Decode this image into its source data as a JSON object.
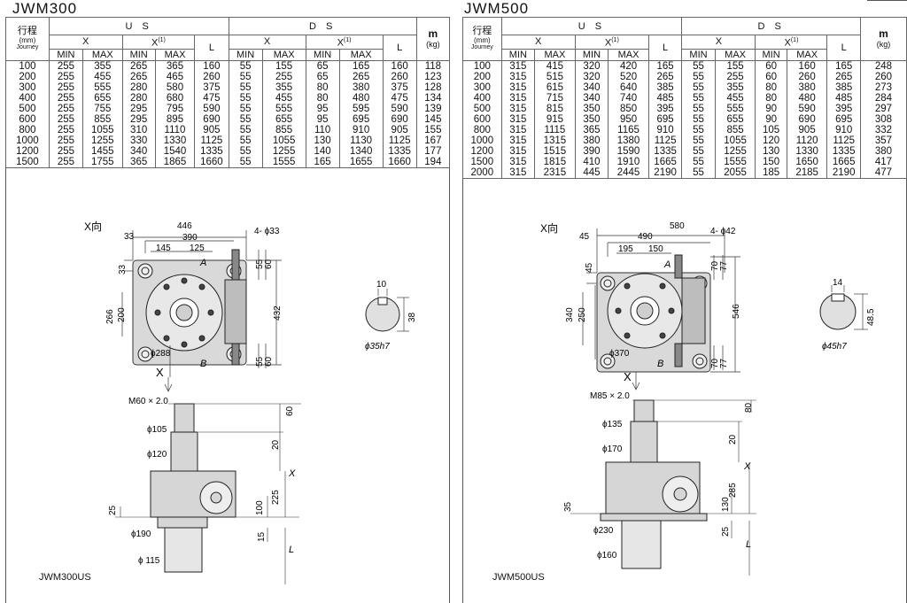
{
  "models": [
    {
      "title": "JWM300",
      "label": "JWM300US",
      "header": {
        "stroke_cn": "行程",
        "stroke_unit": "(mm)",
        "stroke_en": "Journey",
        "us": "U S",
        "ds": "D S",
        "x": "X",
        "x1": "X",
        "x1_note": "(1)",
        "min": "MIN",
        "max": "MAX",
        "l": "L",
        "m": "m",
        "m_unit": "(kg)"
      },
      "rows": [
        [
          "100",
          "255",
          "355",
          "265",
          "365",
          "160",
          "55",
          "155",
          "65",
          "165",
          "160",
          "118"
        ],
        [
          "200",
          "255",
          "455",
          "265",
          "465",
          "260",
          "55",
          "255",
          "65",
          "265",
          "260",
          "123"
        ],
        [
          "300",
          "255",
          "555",
          "280",
          "580",
          "375",
          "55",
          "355",
          "80",
          "380",
          "375",
          "128"
        ],
        [
          "400",
          "255",
          "655",
          "280",
          "680",
          "475",
          "55",
          "455",
          "80",
          "480",
          "475",
          "134"
        ],
        [
          "500",
          "255",
          "755",
          "295",
          "795",
          "590",
          "55",
          "555",
          "95",
          "595",
          "590",
          "139"
        ],
        [
          "600",
          "255",
          "855",
          "295",
          "895",
          "690",
          "55",
          "655",
          "95",
          "695",
          "690",
          "145"
        ],
        [
          "800",
          "255",
          "1055",
          "310",
          "1110",
          "905",
          "55",
          "855",
          "110",
          "910",
          "905",
          "155"
        ],
        [
          "1000",
          "255",
          "1255",
          "330",
          "1330",
          "1125",
          "55",
          "1055",
          "130",
          "1130",
          "1125",
          "167"
        ],
        [
          "1200",
          "255",
          "1455",
          "340",
          "1540",
          "1335",
          "55",
          "1255",
          "140",
          "1340",
          "1335",
          "177"
        ],
        [
          "1500",
          "255",
          "1755",
          "365",
          "1865",
          "1660",
          "55",
          "1555",
          "165",
          "1655",
          "1660",
          "194"
        ]
      ],
      "dims": {
        "xdir": "X向",
        "w_total": "446",
        "w1": "390",
        "w_off": "33",
        "w2": "145",
        "w3": "125",
        "holes": "4- ϕ33",
        "h_total": "432",
        "h1": "266",
        "h2": "200",
        "top_off": "33",
        "a_r1": "55",
        "a_r2": "60",
        "b_r1": "55",
        "b_r2": "60",
        "dia": "ϕ288",
        "a": "A",
        "b": "B",
        "x_arrow": "X",
        "key_w": "10",
        "key_h": "38",
        "shaft": "ϕ35h7",
        "thread": "M60 × 2.0",
        "d1": "ϕ105",
        "d2": "ϕ120",
        "d3": "ϕ190",
        "d4": "ϕ 115",
        "s1": "60",
        "s2": "20",
        "s3": "225",
        "s4": "100",
        "s5": "15",
        "s6": "25",
        "xv": "X",
        "lv": "L"
      }
    },
    {
      "title": "JWM500",
      "label": "JWM500US",
      "header": {
        "stroke_cn": "行程",
        "stroke_unit": "(mm)",
        "stroke_en": "Journey",
        "us": "U S",
        "ds": "D S",
        "x": "X",
        "x1": "X",
        "x1_note": "(1)",
        "min": "MIN",
        "max": "MAX",
        "l": "L",
        "m": "m",
        "m_unit": "(kg)"
      },
      "rows": [
        [
          "100",
          "315",
          "415",
          "320",
          "420",
          "165",
          "55",
          "155",
          "60",
          "160",
          "165",
          "248"
        ],
        [
          "200",
          "315",
          "515",
          "320",
          "520",
          "265",
          "55",
          "255",
          "60",
          "260",
          "265",
          "260"
        ],
        [
          "300",
          "315",
          "615",
          "340",
          "640",
          "385",
          "55",
          "355",
          "80",
          "380",
          "385",
          "273"
        ],
        [
          "400",
          "315",
          "715",
          "340",
          "740",
          "485",
          "55",
          "455",
          "80",
          "480",
          "485",
          "284"
        ],
        [
          "500",
          "315",
          "815",
          "350",
          "850",
          "395",
          "55",
          "555",
          "90",
          "590",
          "395",
          "297"
        ],
        [
          "600",
          "315",
          "915",
          "350",
          "950",
          "695",
          "55",
          "655",
          "90",
          "690",
          "695",
          "308"
        ],
        [
          "800",
          "315",
          "1115",
          "365",
          "1165",
          "910",
          "55",
          "855",
          "105",
          "905",
          "910",
          "332"
        ],
        [
          "1000",
          "315",
          "1315",
          "380",
          "1380",
          "1125",
          "55",
          "1055",
          "120",
          "1120",
          "1125",
          "357"
        ],
        [
          "1200",
          "315",
          "1515",
          "390",
          "1590",
          "1335",
          "55",
          "1255",
          "130",
          "1330",
          "1335",
          "380"
        ],
        [
          "1500",
          "315",
          "1815",
          "410",
          "1910",
          "1665",
          "55",
          "1555",
          "150",
          "1650",
          "1665",
          "417"
        ],
        [
          "2000",
          "315",
          "2315",
          "445",
          "2445",
          "2190",
          "55",
          "2055",
          "185",
          "2185",
          "2190",
          "477"
        ]
      ],
      "dims": {
        "xdir": "X向",
        "w_total": "580",
        "w1": "490",
        "w_off": "45",
        "w2": "195",
        "w3": "150",
        "holes": "4- ϕ42",
        "h_total": "546",
        "h1": "340",
        "h2": "250",
        "top_off": "45",
        "a_r1": "70",
        "a_r2": "77",
        "b_r1": "70",
        "b_r2": "77",
        "dia": "ϕ370",
        "a": "A",
        "b": "B",
        "x_arrow": "X",
        "key_w": "14",
        "key_h": "48.5",
        "shaft": "ϕ45h7",
        "thread": "M85 × 2.0",
        "d1": "ϕ135",
        "d2": "ϕ170",
        "d3": "ϕ230",
        "d4": "ϕ160",
        "s1": "80",
        "s2": "20",
        "s3": "285",
        "s4": "130",
        "s5": "25",
        "s6": "35",
        "xv": "X",
        "lv": "L"
      }
    }
  ]
}
